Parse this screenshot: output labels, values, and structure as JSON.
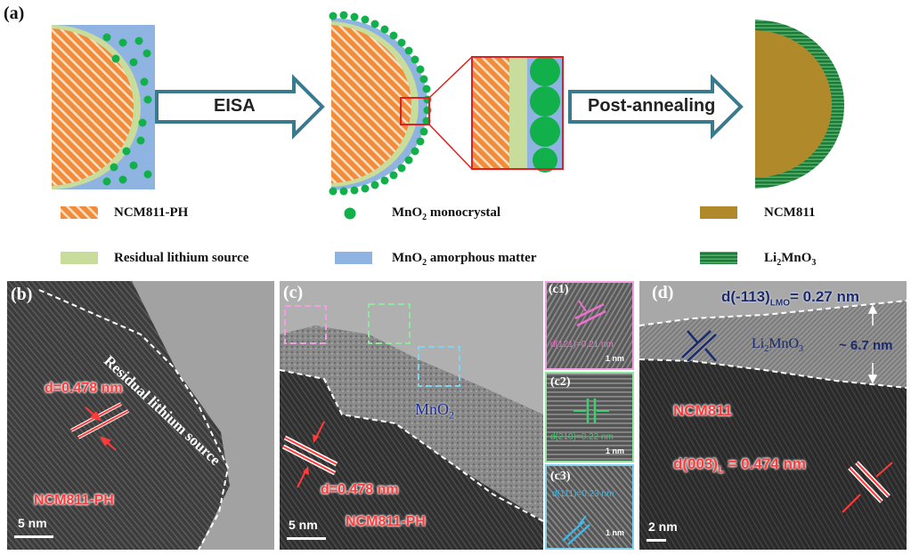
{
  "panel_a": {
    "label": "(a)",
    "arrow1_text": "EISA",
    "arrow2_text": "Post-annealing"
  },
  "legend": {
    "ncm811ph": "NCM811-PH",
    "residual": "Residual lithium source",
    "mno2_mono_pre": "MnO",
    "mno2_mono_sub": "2",
    "mno2_mono_post": " monocrystal",
    "mno2_amor_pre": "MnO",
    "mno2_amor_sub": "2",
    "mno2_amor_post": " amorphous matter",
    "ncm811": "NCM811",
    "li2mno3_pre": "Li",
    "li2mno3_sub1": "2",
    "li2mno3_mid": "MnO",
    "li2mno3_sub2": "3"
  },
  "panel_b": {
    "label": "(b)",
    "residual_text": "Residual lithium source",
    "d_spacing": "d=0.478 nm",
    "material": "NCM811-PH",
    "scale": "5 nm"
  },
  "panel_c": {
    "label": "(c)",
    "mno2_pre": "MnO",
    "mno2_sub": "2",
    "d_spacing": "d=0.478 nm",
    "material": "NCM811-PH",
    "scale": "5 nm",
    "c1_label": "(c1)",
    "c1_d": "d(121)=0.21 nm",
    "c1_scale": "1 nm",
    "c2_label": "(c2)",
    "c2_d": "d(210)=0.22 nm",
    "c2_scale": "1 nm",
    "c3_label": "(c3)",
    "c3_d": "d(111)=0.23 nm",
    "c3_scale": "1 nm"
  },
  "panel_d": {
    "label": "(d)",
    "d_lmo_pre": "d(-113)",
    "d_lmo_sub": "LMO",
    "d_lmo_post": "= 0.27 nm",
    "li2mno3_pre": "Li",
    "li2mno3_sub1": "2",
    "li2mno3_mid": "MnO",
    "li2mno3_sub2": "3",
    "thickness": "~ 6.7 nm",
    "ncm811": "NCM811",
    "d003_pre": "d(003)",
    "d003_sub": "L",
    "d003_post": " = 0.474 nm",
    "scale": "2 nm"
  },
  "colors": {
    "ncm_orange": "#f08c3c",
    "ncm_stripe": "#ffffff",
    "residual_green": "#c8dc9c",
    "amorphous_blue": "#8fb4e2",
    "mono_green": "#12b04a",
    "ncm811_brown": "#b08a2a",
    "lmo_green": "#1e7a3a",
    "arrow_border": "#3a7a8e",
    "red": "#ff3b3b",
    "navy": "#1a2a6e"
  }
}
